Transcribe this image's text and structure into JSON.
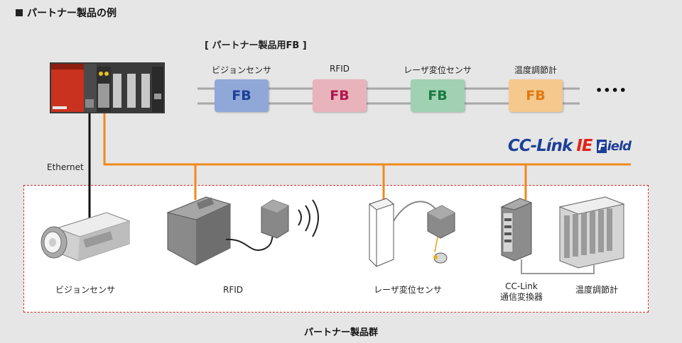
{
  "title": "パートナー製品の例",
  "fb_section": {
    "header": "[ パートナー製品用FB ]",
    "items": [
      {
        "label": "ビジョンセンサ",
        "fb": "FB",
        "color": "#8fa8d8",
        "text_color": "#1e3f99"
      },
      {
        "label": "RFID",
        "fb": "FB",
        "color": "#e9b3bc",
        "text_color": "#b0174b"
      },
      {
        "label": "レーザ変位センサ",
        "fb": "FB",
        "color": "#9fd1b2",
        "text_color": "#1a7a44"
      },
      {
        "label": "温度調節計",
        "fb": "FB",
        "color": "#f5c88e",
        "text_color": "#e07a10"
      }
    ],
    "ellipsis": "••••"
  },
  "network": {
    "logo_cc": "CC-Línk",
    "logo_ie": "IE",
    "logo_f": "F",
    "logo_field": "ield",
    "ethernet_label": "Ethernet",
    "network_color": "#f08a1c"
  },
  "devices": [
    {
      "name": "ビジョンセンサ"
    },
    {
      "name": "RFID"
    },
    {
      "name": "レーザ変位センサ"
    },
    {
      "name_line1": "CC-Link",
      "name_line2": "通信変換器"
    },
    {
      "name": "温度調節計"
    }
  ],
  "group_caption": "パートナー製品群"
}
